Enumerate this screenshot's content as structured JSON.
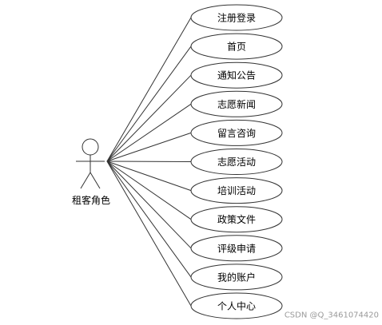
{
  "actor": {
    "name": "租客角色"
  },
  "use_cases": [
    "注册登录",
    "首页",
    "通知公告",
    "志愿新闻",
    "留言咨询",
    "志愿活动",
    "培训活动",
    "政策文件",
    "评级申请",
    "我的账户",
    "个人中心"
  ],
  "watermark": "CSDN @Q_3461074420"
}
